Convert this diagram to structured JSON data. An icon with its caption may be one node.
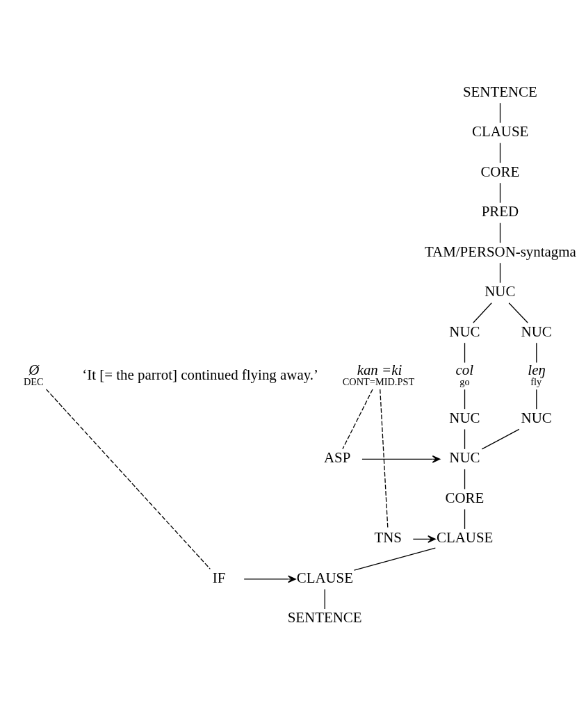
{
  "diagram": {
    "nodes": [
      {
        "text": [
          "SENTENCE"
        ]
      },
      {
        "text": [
          "CLAUSE"
        ]
      },
      {
        "text": [
          "CORE"
        ]
      },
      {
        "text": [
          "PRED"
        ]
      },
      {
        "text": [
          "TAM/PERSON-syntagma"
        ]
      },
      {
        "text": [
          "NUC"
        ]
      },
      {
        "text": [
          "NUC"
        ]
      },
      {
        "text": [
          "NUC"
        ]
      },
      {
        "text": [
          "leŋ",
          "fly"
        ]
      },
      {
        "text": [
          "col",
          "go"
        ]
      },
      {
        "text": [
          "kan =ki",
          "CONT=MID.PST"
        ]
      },
      {
        "text": [
          "Ø",
          "DEC"
        ]
      },
      {
        "text": [
          "NUC"
        ]
      },
      {
        "text": [
          "NUC"
        ]
      },
      {
        "text": [
          "NUC"
        ]
      },
      {
        "text": [
          "ASP"
        ]
      },
      {
        "text": [
          "CORE"
        ]
      },
      {
        "text": [
          "CLAUSE"
        ]
      },
      {
        "text": [
          "TNS"
        ]
      },
      {
        "text": [
          "CLAUSE"
        ]
      },
      {
        "text": [
          "IF"
        ]
      },
      {
        "text": [
          "SENTENCE"
        ]
      }
    ],
    "edges": [
      {
        "from": 0,
        "to": 1,
        "arrow": "none"
      },
      {
        "from": 1,
        "to": 2,
        "arrow": "none"
      },
      {
        "from": 2,
        "to": 3,
        "arrow": "none"
      },
      {
        "from": 3,
        "to": 4,
        "arrow": "none"
      },
      {
        "from": 4,
        "to": 5,
        "arrow": "none"
      },
      {
        "from": 5,
        "to": 6,
        "arrow": "none"
      },
      {
        "from": 5,
        "to": 7,
        "arrow": "none"
      },
      {
        "from": 6,
        "to": 8,
        "arrow": "none"
      },
      {
        "from": 7,
        "to": 9,
        "arrow": "none"
      },
      {
        "from": 8,
        "to": 12,
        "arrow": "none"
      },
      {
        "from": 9,
        "to": 13,
        "arrow": "none"
      },
      {
        "from": 12,
        "to": 14,
        "arrow": "none"
      },
      {
        "from": 13,
        "to": 14,
        "arrow": "none"
      },
      {
        "from": 10,
        "to": 15,
        "arrow": "none",
        "style": "dashed"
      },
      {
        "from": 15,
        "to": 14,
        "arrow": "to"
      },
      {
        "from": 14,
        "to": 16,
        "arrow": "none"
      },
      {
        "from": 16,
        "to": 17,
        "arrow": "none"
      },
      {
        "from": 10,
        "to": 18,
        "arrow": "none",
        "style": "dashed"
      },
      {
        "from": 18,
        "to": 17,
        "arrow": "to"
      },
      {
        "from": 17,
        "to": 19,
        "arrow": "none"
      },
      {
        "from": 11,
        "to": 20,
        "arrow": "none",
        "style": "dashed"
      },
      {
        "from": 20,
        "to": 19,
        "arrow": "to"
      },
      {
        "from": 19,
        "to": 21,
        "arrow": "none"
      }
    ],
    "labels": [
      "‘It [= the parrot] continued flying away.’"
    ]
  }
}
